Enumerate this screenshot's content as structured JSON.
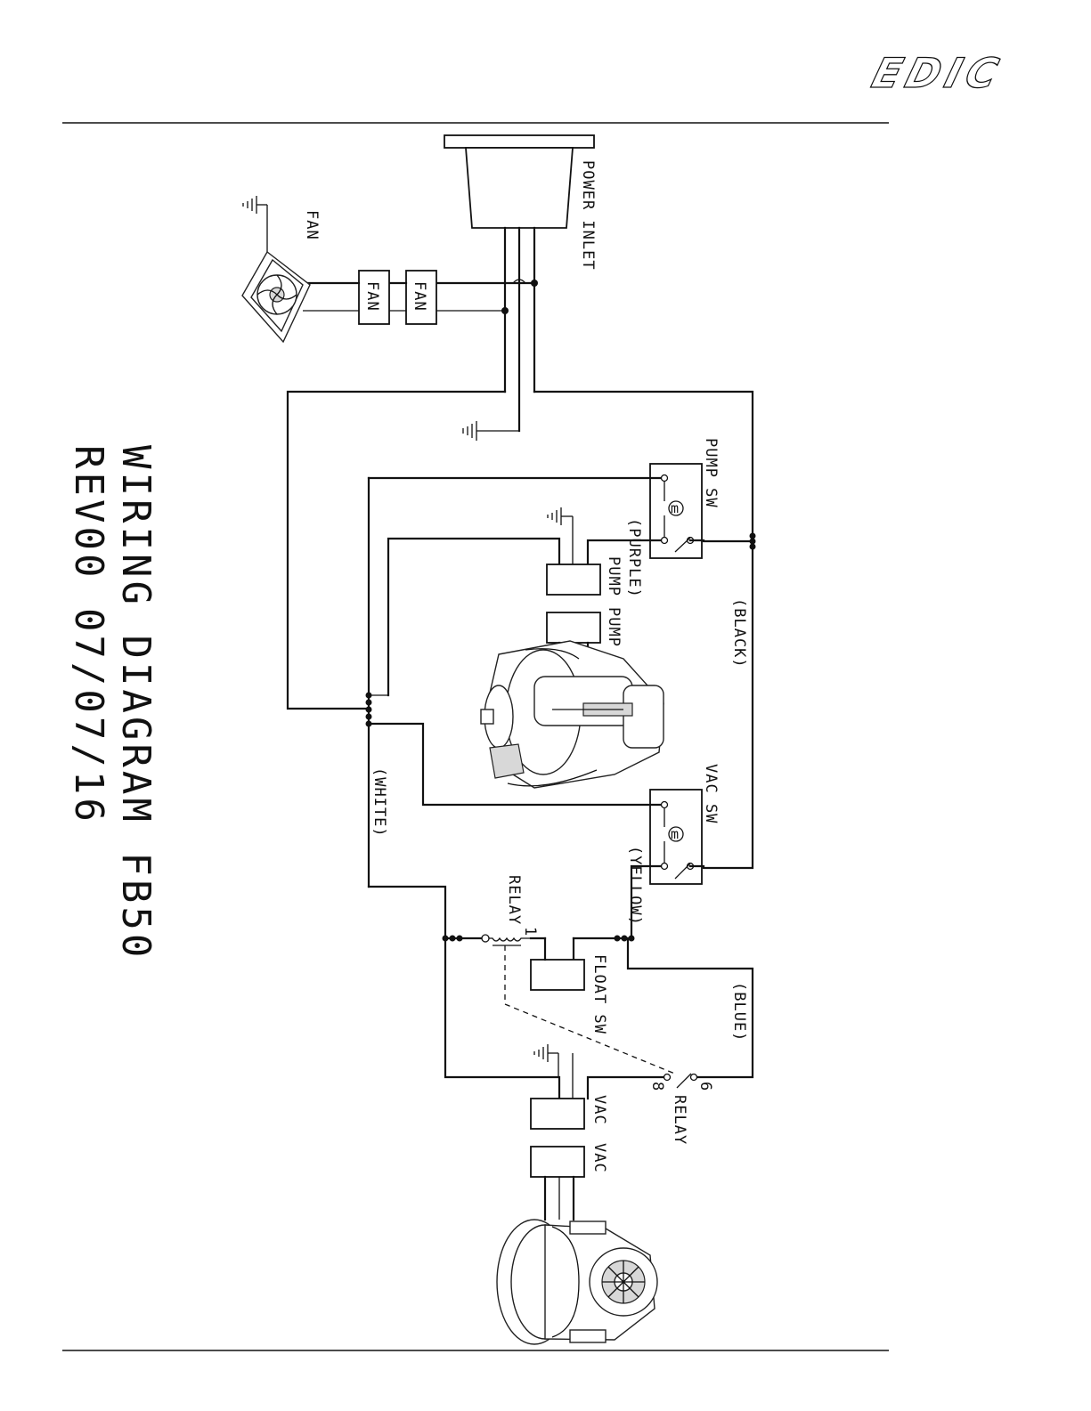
{
  "brand": {
    "logo_text": "EDIC"
  },
  "title": {
    "line1": "WIRING DIAGRAM FB50",
    "line2": "REV00 07/07/16"
  },
  "labels": {
    "power_inlet": "POWER INLET",
    "fan": "FAN",
    "fan_box_1": "FAN",
    "fan_box_2": "FAN",
    "pump_sw": "PUMP SW",
    "purple": "(PURPLE)",
    "pump_1": "PUMP",
    "pump_2": "PUMP",
    "black": "(BLACK)",
    "white": "(WHITE)",
    "vac_sw": "VAC SW",
    "yellow": "(YELLOW)",
    "relay_coil": "RELAY",
    "relay_pin_1": "1",
    "float_sw": "FLOAT SW",
    "blue": "(BLUE)",
    "relay_pin_6": "6",
    "relay_pin_8": "8",
    "relay_contact": "RELAY",
    "vac_1": "VAC",
    "vac_2": "VAC"
  },
  "colors": {
    "line": "#111111",
    "background": "#ffffff"
  }
}
